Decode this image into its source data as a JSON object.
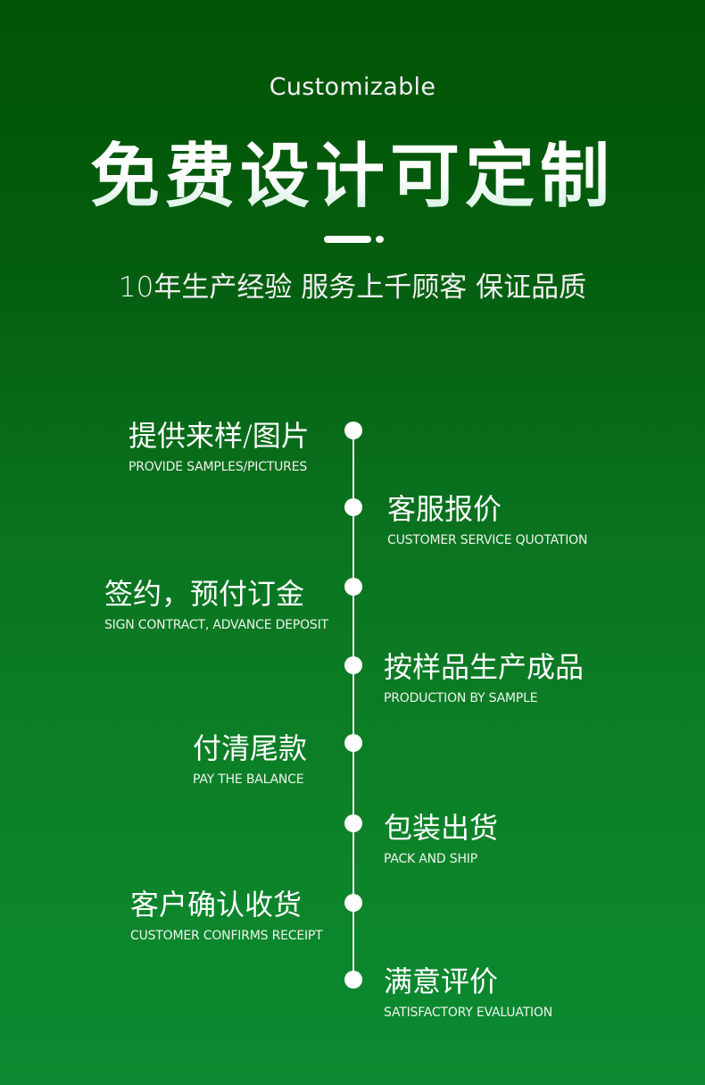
{
  "header": {
    "subtitle_en": "Customizable",
    "title": "免费设计可定制",
    "tagline": "10年生产经验 服务上千顾客 保证品质"
  },
  "colors": {
    "background_top": "#015305",
    "background_bottom": "#0b8a31",
    "text": "#ffffff"
  },
  "steps": [
    {
      "cn": "提供来样/图片",
      "en": "PROVIDE SAMPLES/PICTURES",
      "side": "left"
    },
    {
      "cn": "客服报价",
      "en": "CUSTOMER SERVICE QUOTATION",
      "side": "right"
    },
    {
      "cn": "签约，预付订金",
      "en": "SIGN CONTRACT, ADVANCE DEPOSIT",
      "side": "left"
    },
    {
      "cn": "按样品生产成品",
      "en": "PRODUCTION BY SAMPLE",
      "side": "right"
    },
    {
      "cn": "付清尾款",
      "en": "PAY THE BALANCE",
      "side": "left"
    },
    {
      "cn": "包装出货",
      "en": "PACK AND SHIP",
      "side": "right"
    },
    {
      "cn": "客户确认收货",
      "en": "CUSTOMER CONFIRMS RECEIPT",
      "side": "left"
    },
    {
      "cn": "满意评价",
      "en": "SATISFACTORY EVALUATION",
      "side": "right"
    }
  ]
}
